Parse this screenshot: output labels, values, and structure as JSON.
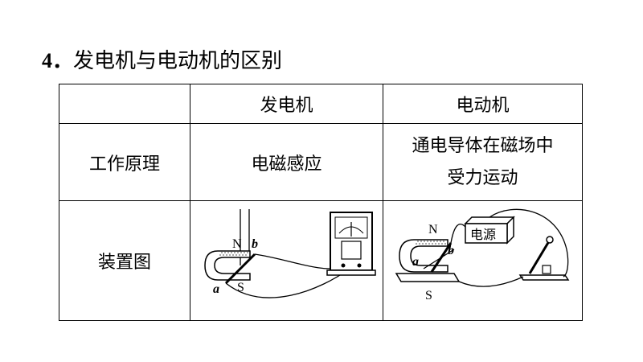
{
  "heading": {
    "number": "4．",
    "text": "发电机与电动机的区别"
  },
  "table": {
    "header": {
      "corner": "",
      "generator": "发电机",
      "motor": "电动机"
    },
    "principle_row": {
      "label": "工作原理",
      "generator": "电磁感应",
      "motor_line1": "通电导体在磁场中",
      "motor_line2": "受力运动"
    },
    "device_row": {
      "label": "装置图",
      "generator_diagram": {
        "labels": {
          "north": "N",
          "south": "S",
          "a": "a",
          "b": "b"
        }
      },
      "motor_diagram": {
        "labels": {
          "north": "N",
          "south": "S",
          "a": "a",
          "b": "b",
          "source": "电源"
        }
      }
    }
  }
}
